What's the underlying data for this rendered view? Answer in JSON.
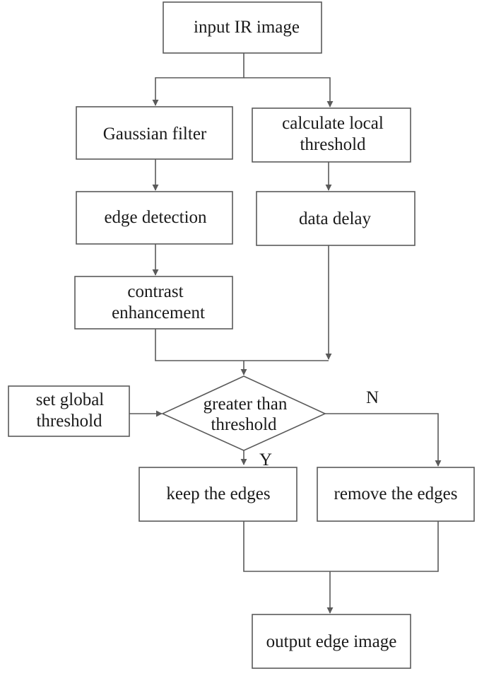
{
  "nodes": {
    "input": {
      "lines": [
        "input IR image"
      ]
    },
    "gaussian": {
      "lines": [
        "Gaussian filter"
      ]
    },
    "local_threshold": {
      "lines": [
        "calculate local",
        "threshold"
      ]
    },
    "edge_detection": {
      "lines": [
        "edge detection"
      ]
    },
    "data_delay": {
      "lines": [
        "data delay"
      ]
    },
    "contrast": {
      "lines": [
        "contrast",
        "enhancement"
      ]
    },
    "global_threshold": {
      "lines": [
        "set global",
        "threshold"
      ]
    },
    "decision": {
      "lines": [
        "greater than",
        "threshold"
      ]
    },
    "keep": {
      "lines": [
        "keep the edges"
      ]
    },
    "remove": {
      "lines": [
        "remove the edges"
      ]
    },
    "output": {
      "lines": [
        "output edge image"
      ]
    }
  },
  "branch_labels": {
    "yes": "Y",
    "no": "N"
  },
  "colors": {
    "line": "#5a5a5a",
    "text": "#1a1a1a",
    "background": "#ffffff"
  }
}
